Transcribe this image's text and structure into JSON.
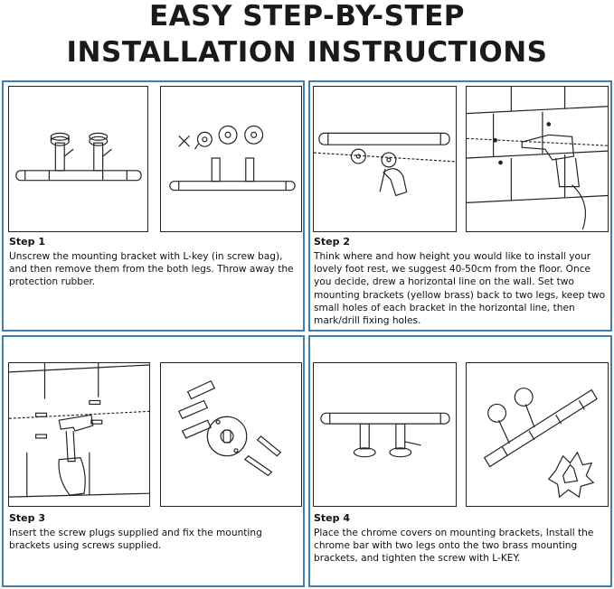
{
  "header": {
    "line1": "EASY STEP-BY-STEP",
    "line2": "INSTALLATION INSTRUCTIONS"
  },
  "steps": [
    {
      "label": "Step 1",
      "text": "Unscrew the mounting bracket with L-key (in screw bag), and then remove them from the both legs. Throw away the protection rubber."
    },
    {
      "label": "Step 2",
      "text": "Think where and how height you would like to install your lovely foot rest, we suggest 40-50cm from the floor. Once you decide, drew a horizontal line on the wall. Set two mounting brackets (yellow brass) back to two legs, keep two small holes of each bracket in the horizontal line, then mark/drill fixing holes."
    },
    {
      "label": "Step 3",
      "text": "Insert the screw plugs supplied and fix the mounting brackets using screws supplied."
    },
    {
      "label": "Step 4",
      "text": "Place the chrome covers on mounting brackets, Install the chrome bar with two legs onto the two brass mounting brackets, and tighten the screw with L-KEY."
    }
  ],
  "colors": {
    "panel_border": "#3f7fb0",
    "line_art": "#222222"
  }
}
